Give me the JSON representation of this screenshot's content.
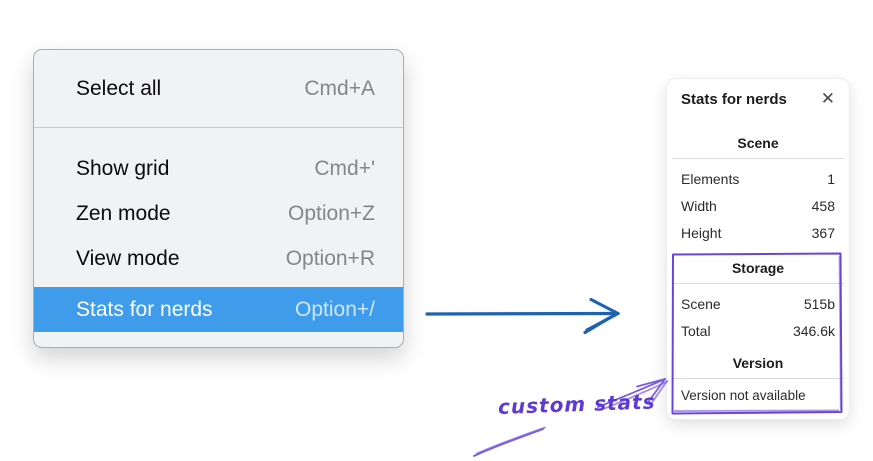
{
  "menu": {
    "sections": [
      {
        "items": [
          {
            "label": "Select all",
            "shortcut": "Cmd+A",
            "selected": false
          }
        ]
      },
      {
        "items": [
          {
            "label": "Show grid",
            "shortcut": "Cmd+'",
            "selected": false
          },
          {
            "label": "Zen mode",
            "shortcut": "Option+Z",
            "selected": false
          },
          {
            "label": "View mode",
            "shortcut": "Option+R",
            "selected": false
          },
          {
            "label": "Stats for nerds",
            "shortcut": "Option+/",
            "selected": true
          }
        ]
      }
    ]
  },
  "stats_panel": {
    "title": "Stats for nerds",
    "close_glyph": "✕",
    "sections": [
      {
        "heading": "Scene",
        "rows": [
          {
            "label": "Elements",
            "value": "1"
          },
          {
            "label": "Width",
            "value": "458"
          },
          {
            "label": "Height",
            "value": "367"
          }
        ]
      },
      {
        "heading": "Storage",
        "rows": [
          {
            "label": "Scene",
            "value": "515b"
          },
          {
            "label": "Total",
            "value": "346.6k"
          }
        ]
      },
      {
        "heading": "Version",
        "note": "Version not available"
      }
    ]
  },
  "annotation": {
    "label": "custom stats"
  },
  "colors": {
    "menu_highlight": "#3f9ceb",
    "menu_background": "#f1f2f3",
    "flow_arrow_blue": "#1e63ae",
    "annotation_purple": "#6947d6",
    "shortcut_gray": "#85868b"
  }
}
